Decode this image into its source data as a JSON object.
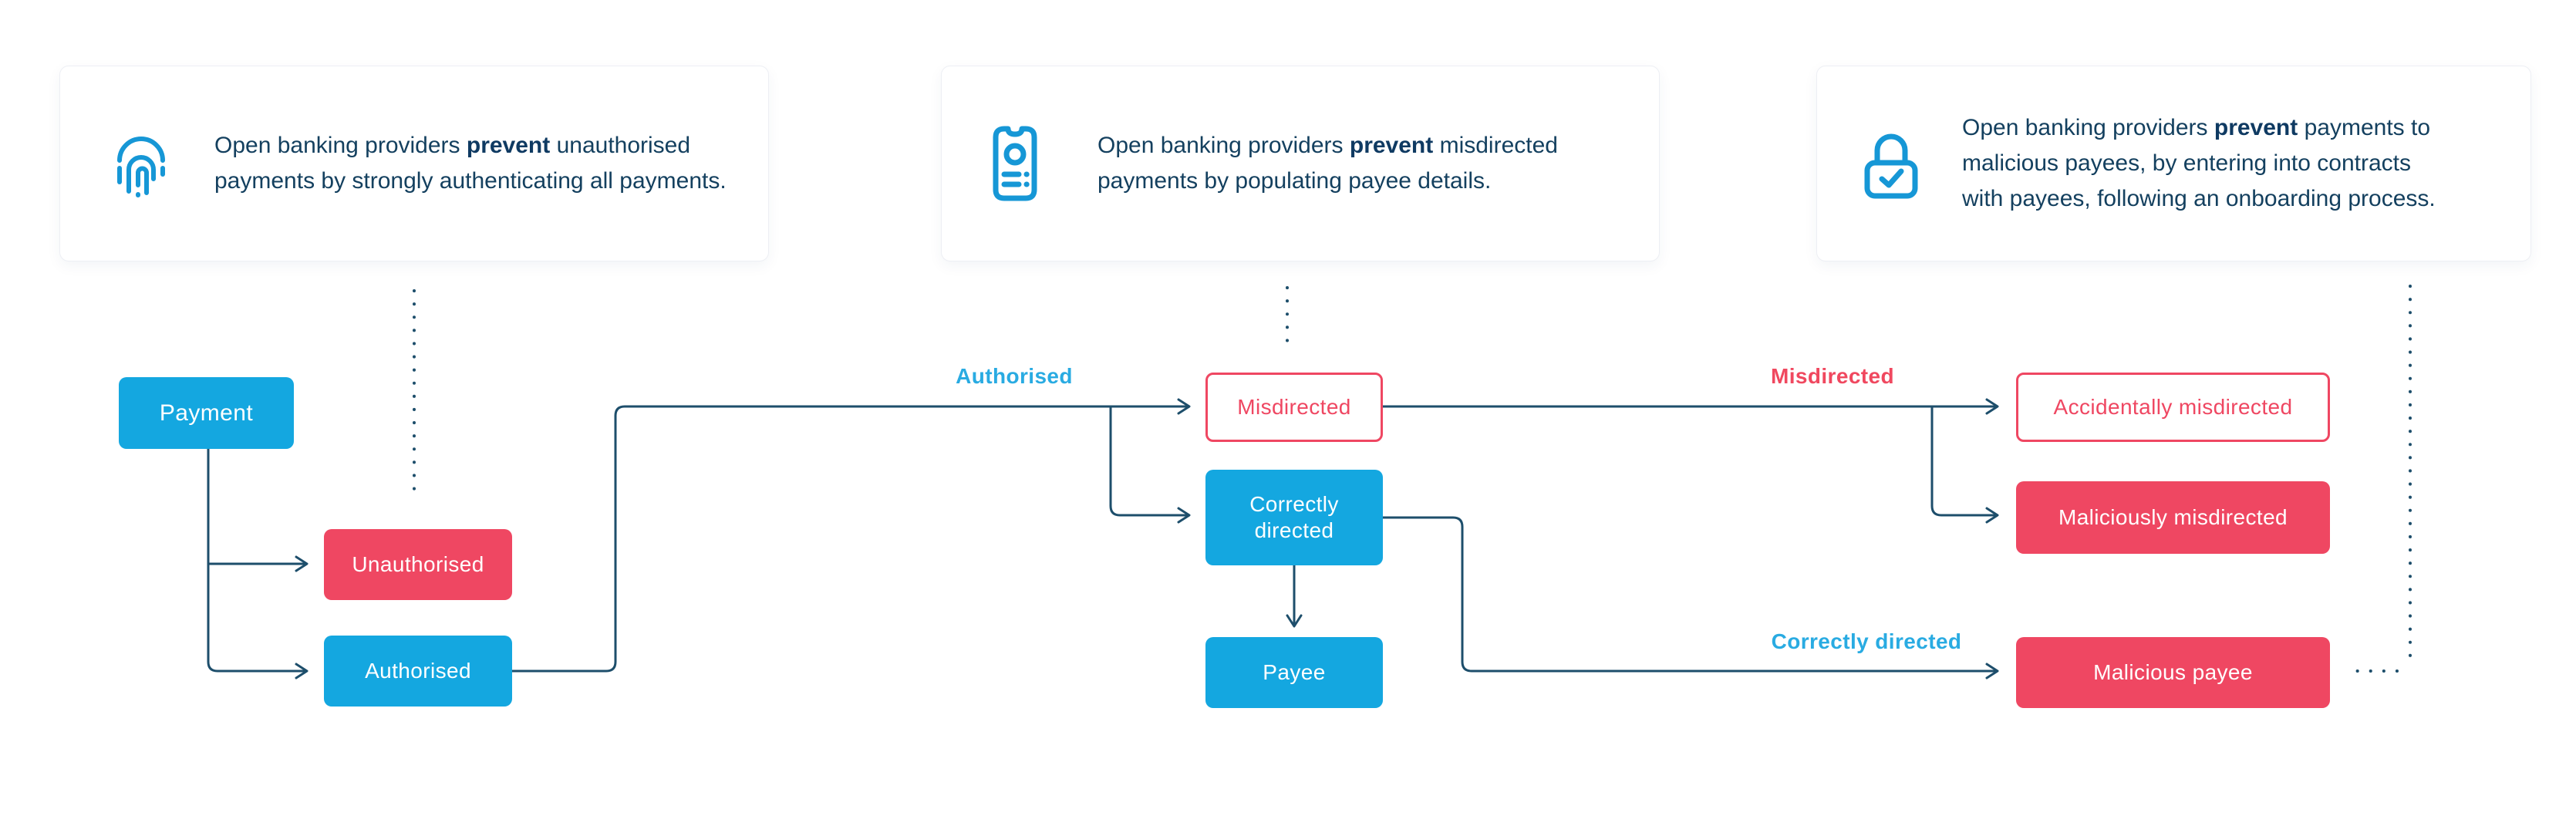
{
  "cards": [
    {
      "icon": "fingerprint-icon",
      "text_before": "Open banking providers ",
      "bold": "prevent",
      "text_after": " unauthorised\npayments by strongly authenticating all payments."
    },
    {
      "icon": "phone-icon",
      "text_before": "Open banking providers ",
      "bold": "prevent",
      "text_after": " misdirected\npayments by populating payee details."
    },
    {
      "icon": "lock-icon",
      "text_before": "Open banking providers ",
      "bold": "prevent",
      "text_after": " payments to\nmalicious payees, by entering into contracts\nwith payees, following an onboarding process."
    }
  ],
  "nodes": {
    "payment": {
      "label": "Payment",
      "variant": "blue"
    },
    "unauthorised": {
      "label": "Unauthorised",
      "variant": "pink"
    },
    "authorised": {
      "label": "Authorised",
      "variant": "blue"
    },
    "misdirected": {
      "label": "Misdirected",
      "variant": "pink-outline"
    },
    "correctly_directed": {
      "label": "Correctly directed",
      "variant": "blue"
    },
    "payee": {
      "label": "Payee",
      "variant": "blue"
    },
    "accidentally_misdirected": {
      "label": "Accidentally misdirected",
      "variant": "pink-outline"
    },
    "maliciously_misdirected": {
      "label": "Maliciously misdirected",
      "variant": "pink"
    },
    "malicious_payee": {
      "label": "Malicious payee",
      "variant": "pink"
    }
  },
  "edge_labels": {
    "authorised": "Authorised",
    "misdirected": "Misdirected",
    "correctly_directed": "Correctly directed"
  },
  "colors": {
    "node_blue": "#14a7e0",
    "node_pink": "#ef4762",
    "outline_pink": "#ef4762",
    "connector_navy": "#1d4e6b",
    "label_cyan": "#29abe2",
    "label_pink": "#f0485f",
    "card_text_navy": "#14405f",
    "icon_blue": "#1697d6"
  }
}
